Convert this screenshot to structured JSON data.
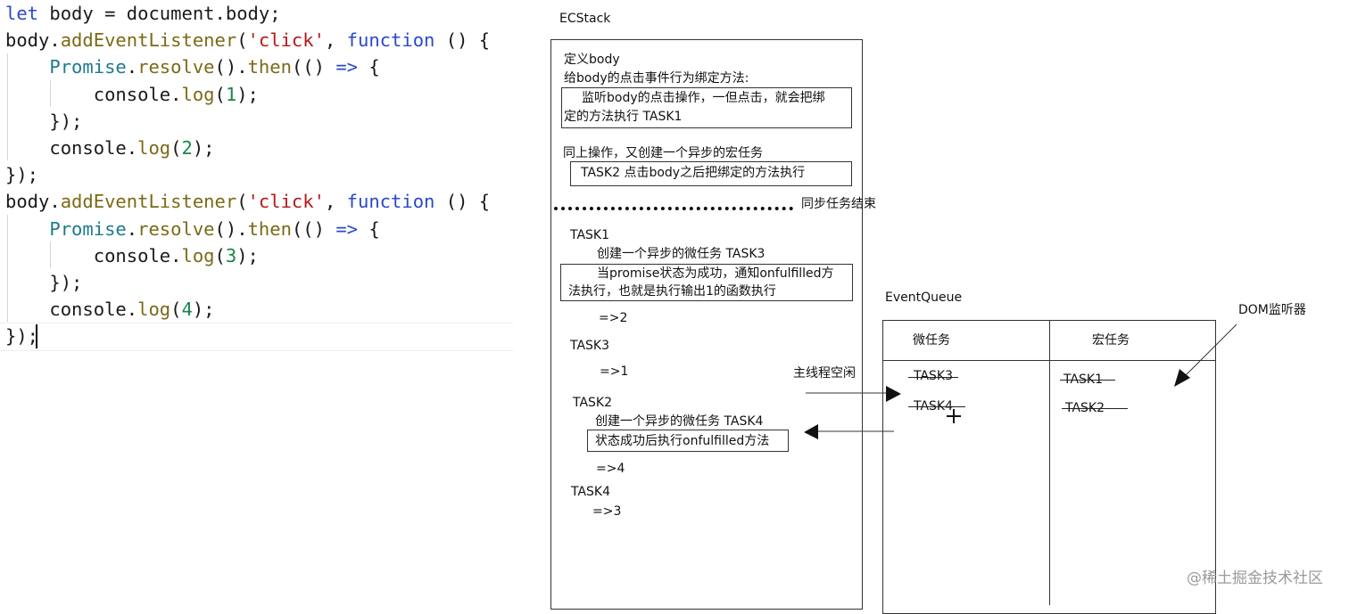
{
  "code": {
    "lines": [
      [
        [
          "let",
          "kw"
        ],
        [
          " body = document.body;",
          "plain"
        ]
      ],
      [
        [
          "body.",
          "plain"
        ],
        [
          "addEventListener",
          "fn"
        ],
        [
          "(",
          "plain"
        ],
        [
          "'click'",
          "str"
        ],
        [
          ", ",
          "plain"
        ],
        [
          "function",
          "kw"
        ],
        [
          " () {",
          "plain"
        ]
      ],
      [
        [
          "    ",
          "plain"
        ],
        [
          "Promise",
          "cls"
        ],
        [
          ".",
          "plain"
        ],
        [
          "resolve",
          "fn"
        ],
        [
          "().",
          "plain"
        ],
        [
          "then",
          "fn"
        ],
        [
          "(() ",
          "plain"
        ],
        [
          "=>",
          "kw"
        ],
        [
          " {",
          "plain"
        ]
      ],
      [
        [
          "        console.",
          "plain"
        ],
        [
          "log",
          "fn"
        ],
        [
          "(",
          "plain"
        ],
        [
          "1",
          "num"
        ],
        [
          ");",
          "plain"
        ]
      ],
      [
        [
          "    });",
          "plain"
        ]
      ],
      [
        [
          "    console.",
          "plain"
        ],
        [
          "log",
          "fn"
        ],
        [
          "(",
          "plain"
        ],
        [
          "2",
          "num"
        ],
        [
          ");",
          "plain"
        ]
      ],
      [
        [
          "});",
          "plain"
        ]
      ],
      [
        [
          "body.",
          "plain"
        ],
        [
          "addEventListener",
          "fn"
        ],
        [
          "(",
          "plain"
        ],
        [
          "'click'",
          "str"
        ],
        [
          ", ",
          "plain"
        ],
        [
          "function",
          "kw"
        ],
        [
          " () {",
          "plain"
        ]
      ],
      [
        [
          "    ",
          "plain"
        ],
        [
          "Promise",
          "cls"
        ],
        [
          ".",
          "plain"
        ],
        [
          "resolve",
          "fn"
        ],
        [
          "().",
          "plain"
        ],
        [
          "then",
          "fn"
        ],
        [
          "(() ",
          "plain"
        ],
        [
          "=>",
          "kw"
        ],
        [
          " {",
          "plain"
        ]
      ],
      [
        [
          "        console.",
          "plain"
        ],
        [
          "log",
          "fn"
        ],
        [
          "(",
          "plain"
        ],
        [
          "3",
          "num"
        ],
        [
          ");",
          "plain"
        ]
      ],
      [
        [
          "    });",
          "plain"
        ]
      ],
      [
        [
          "    console.",
          "plain"
        ],
        [
          "log",
          "fn"
        ],
        [
          "(",
          "plain"
        ],
        [
          "4",
          "num"
        ],
        [
          ");",
          "plain"
        ]
      ],
      [
        [
          "});",
          "plain"
        ]
      ]
    ]
  },
  "ecstack": {
    "title": "ECStack",
    "define_body": "定义body",
    "bind_desc": "给body的点击事件行为绑定方法:",
    "listen_box_line1": "监听body的点击操作，一但点击，就会把绑",
    "listen_box_line2": "定的方法执行    TASK1",
    "same_op": "同上操作，又创建一个异步的宏任务",
    "task2_box": "TASK2  点击body之后把绑定的方法执行",
    "sync_end": "同步任务结束",
    "task1_label": "TASK1",
    "create_micro_task3": "创建一个异步的微任务  TASK3",
    "promise_box_line1": "当promise状态为成功，通知onfulfilled方",
    "promise_box_line2": "法执行，也就是执行输出1的函数执行",
    "out2": "=>2",
    "task3_label": "TASK3",
    "out1": "=>1",
    "task2_label": "TASK2",
    "create_micro_task4": "创建一个异步的微任务  TASK4",
    "state_box": "状态成功后执行onfulfilled方法",
    "out4": "=>4",
    "task4_label": "TASK4",
    "out3": "=>3"
  },
  "main_thread_idle": "主线程空闲",
  "event_queue": {
    "title": "EventQueue",
    "micro_header": "微任务",
    "macro_header": "宏任务",
    "micro_items": [
      "TASK3",
      "TASK4"
    ],
    "macro_items": [
      "TASK1",
      "TASK2"
    ]
  },
  "dom_listener": "DOM监听器",
  "watermark": "@稀土掘金技术社区"
}
